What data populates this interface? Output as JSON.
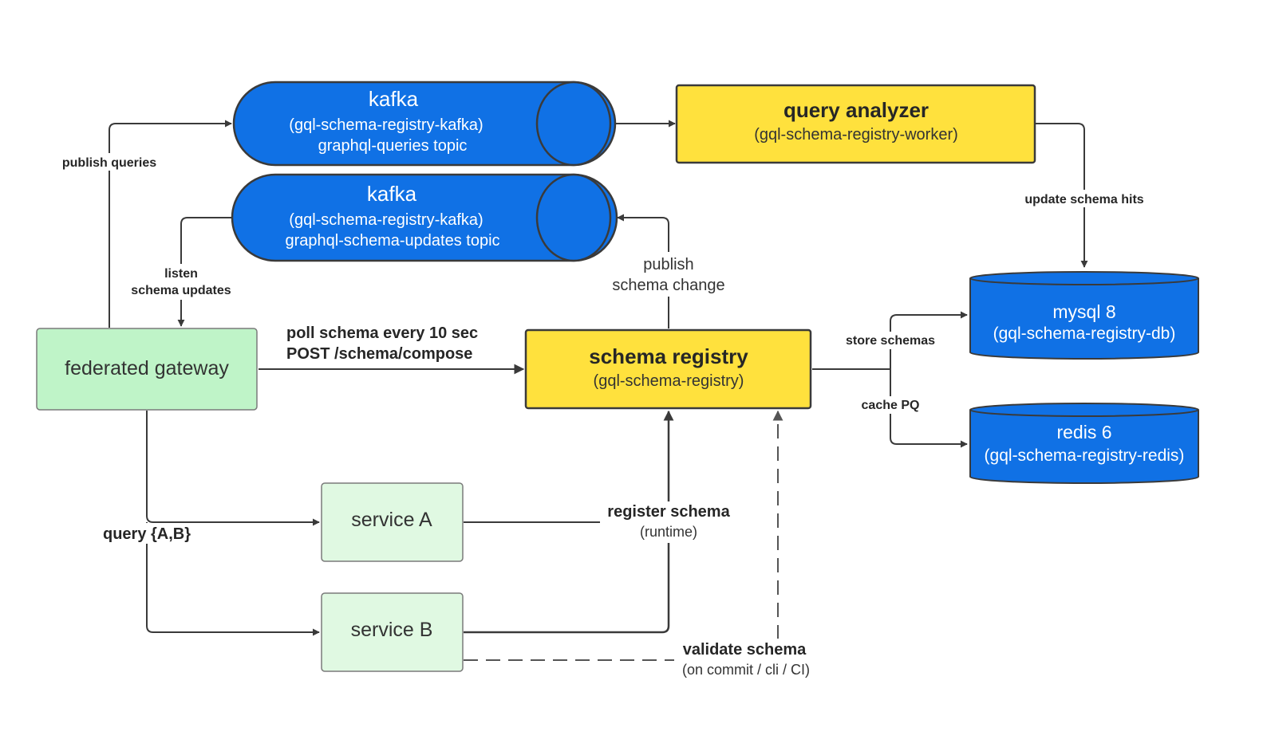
{
  "colors": {
    "blue": "#1071E5",
    "yellow": "#FFE13D",
    "green_gateway": "#BFF4C8",
    "green_service": "#E0F9E2",
    "stroke": "#3a3a3a"
  },
  "nodes": {
    "kafka_queries": {
      "title": "kafka",
      "line1": "(gql-schema-registry-kafka)",
      "line2": "graphql-queries topic"
    },
    "kafka_updates": {
      "title": "kafka",
      "line1": "(gql-schema-registry-kafka)",
      "line2": "graphql-schema-updates topic"
    },
    "query_analyzer": {
      "title": "query analyzer",
      "subtitle": "(gql-schema-registry-worker)"
    },
    "federated_gateway": {
      "title": "federated gateway"
    },
    "schema_registry": {
      "title": "schema registry",
      "subtitle": "(gql-schema-registry)"
    },
    "mysql": {
      "title": "mysql 8",
      "subtitle": "(gql-schema-registry-db)"
    },
    "redis": {
      "title": "redis 6",
      "subtitle": "(gql-schema-registry-redis)"
    },
    "service_a": {
      "title": "service A"
    },
    "service_b": {
      "title": "service B"
    }
  },
  "edges": {
    "publish_queries": "publish queries",
    "listen_line1": "listen",
    "listen_line2": "schema updates",
    "poll_line1": "poll schema every 10 sec",
    "poll_line2": "POST /schema/compose",
    "publish_change_line1": "publish",
    "publish_change_line2": "schema change",
    "update_hits": "update schema hits",
    "store_schemas": "store schemas",
    "cache_pq": "cache PQ",
    "query_ab": "query {A,B}",
    "register_title": "register schema",
    "register_sub": "(runtime)",
    "validate_title": "validate schema",
    "validate_sub": "(on commit / cli / CI)"
  }
}
